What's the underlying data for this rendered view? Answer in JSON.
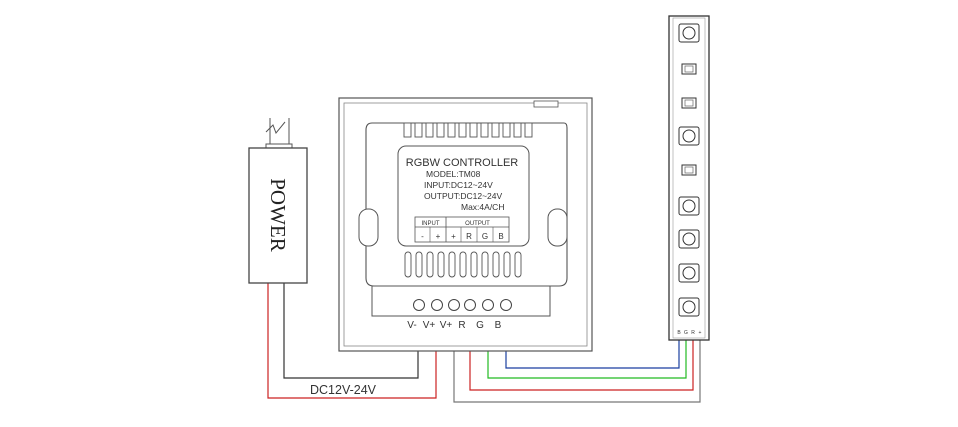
{
  "power_supply": {
    "label": "POWER",
    "voltage_label": "DC12V-24V"
  },
  "controller": {
    "title": "RGBW CONTROLLER",
    "model": "MODEL:TM08",
    "input": "INPUT:DC12~24V",
    "output": "OUTPUT:DC12~24V",
    "max": "Max:4A/CH",
    "table": {
      "input_header": "INPUT",
      "output_header": "OUTPUT",
      "cells": [
        "-",
        "+",
        "+",
        "R",
        "G",
        "B"
      ]
    },
    "terminals": [
      "V-",
      "V+",
      "V+",
      "R",
      "G",
      "B"
    ]
  },
  "led_strip": {
    "pins": [
      "B",
      "G",
      "R",
      "+"
    ]
  },
  "wire_colors": {
    "black": "#333333",
    "red": "#cc2222",
    "green": "#22bb22",
    "blue": "#1a3fa0",
    "gray": "#777777"
  }
}
